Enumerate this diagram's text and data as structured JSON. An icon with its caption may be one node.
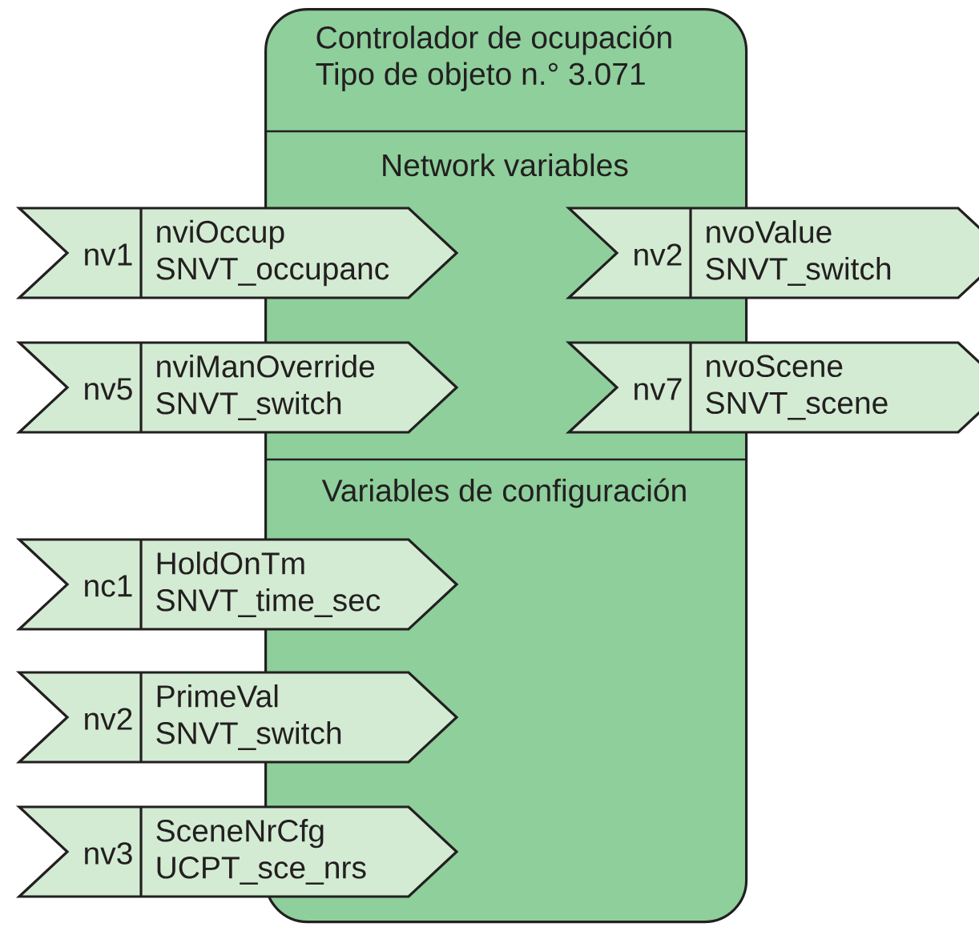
{
  "diagram": {
    "nodes": [
      {
        "text": [
          "Controlador de ocupación",
          "Tipo de objeto n.° 3.071"
        ]
      },
      {
        "text": [
          "nv1",
          "nviOccup SNVT_occupanc"
        ]
      },
      {
        "text": [
          "nv2",
          "nvoValue SNVT_switch"
        ]
      },
      {
        "text": [
          "nv5",
          "nviManOverride SNVT_switch"
        ]
      },
      {
        "text": [
          "nv7",
          "nvoScene SNVT_scene"
        ]
      },
      {
        "text": [
          "nc1",
          "HoldOnTm SNVT_time_sec"
        ]
      },
      {
        "text": [
          "nv2",
          "PrimeVal SNVT_switch"
        ]
      },
      {
        "text": [
          "nv3",
          "SceneNrCfg UCPT_sce_nrs"
        ]
      }
    ],
    "labels": [
      "Network variables",
      "Variables de configuración"
    ]
  }
}
